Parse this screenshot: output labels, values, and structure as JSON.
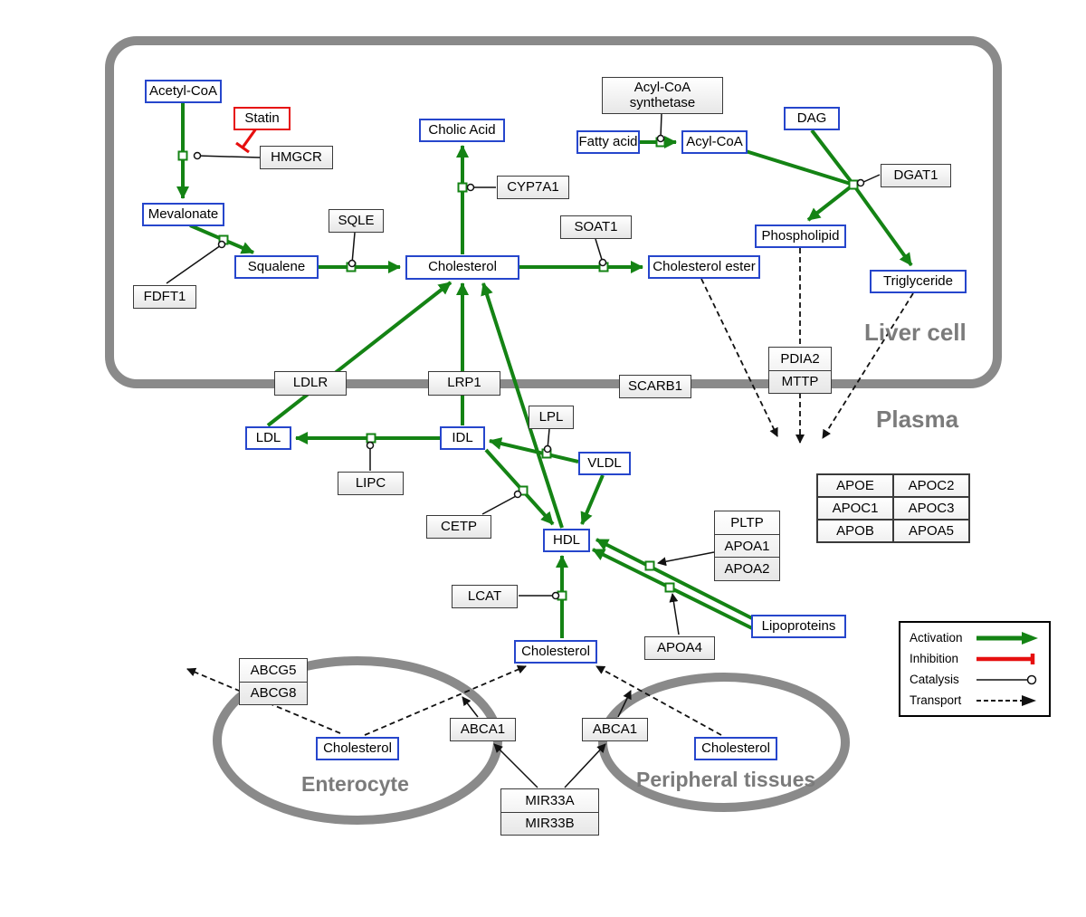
{
  "regions": {
    "liver": "Liver cell",
    "plasma": "Plasma",
    "enterocyte": "Enterocyte",
    "peripheral": "Peripheral tissues"
  },
  "nodes": {
    "acetyl_coa": "Acetyl-CoA",
    "statin": "Statin",
    "hmgcr": "HMGCR",
    "mevalonate": "Mevalonate",
    "fdft1": "FDFT1",
    "squalene": "Squalene",
    "sqle": "SQLE",
    "cholic_acid": "Cholic Acid",
    "cyp7a1": "CYP7A1",
    "cholesterol_liver": "Cholesterol",
    "soat1": "SOAT1",
    "cholesterol_ester": "Cholesterol ester",
    "fatty_acid": "Fatty acid",
    "acyl_coa_synthetase": [
      "Acyl-CoA",
      "synthetase"
    ],
    "acyl_coa": "Acyl-CoA",
    "dag": "DAG",
    "dgat1": "DGAT1",
    "phospholipid": "Phospholipid",
    "triglyceride": "Triglyceride",
    "ldlr": "LDLR",
    "lrp1": "LRP1",
    "scarb1": "SCARB1",
    "pdia2": "PDIA2",
    "mttp": "MTTP",
    "ldl": "LDL",
    "idl": "IDL",
    "lipc": "LIPC",
    "lpl": "LPL",
    "vldl": "VLDL",
    "cetp": "CETP",
    "hdl": "HDL",
    "lcat": "LCAT",
    "pltp": "PLTP",
    "apoa1": "APOA1",
    "apoa2": "APOA2",
    "apoa4": "APOA4",
    "lipoproteins": "Lipoproteins",
    "cholesterol_plasma": "Cholesterol",
    "abcg5": "ABCG5",
    "abcg8": "ABCG8",
    "cholesterol_enterocyte": "Cholesterol",
    "abca1_enterocyte": "ABCA1",
    "abca1_peripheral": "ABCA1",
    "cholesterol_peripheral": "Cholesterol",
    "mir33a": "MIR33A",
    "mir33b": "MIR33B"
  },
  "apo_table": {
    "rows": [
      [
        "APOE",
        "APOC2"
      ],
      [
        "APOC1",
        "APOC3"
      ],
      [
        "APOB",
        "APOA5"
      ]
    ]
  },
  "legend": {
    "activation": "Activation",
    "inhibition": "Inhibition",
    "catalysis": "Catalysis",
    "transport": "Transport"
  },
  "colors": {
    "activation_green": "#148314",
    "inhibition_red": "#e60f0f",
    "metabolite_border_blue": "#2646cc",
    "membrane_gray": "#8a8a8a"
  }
}
